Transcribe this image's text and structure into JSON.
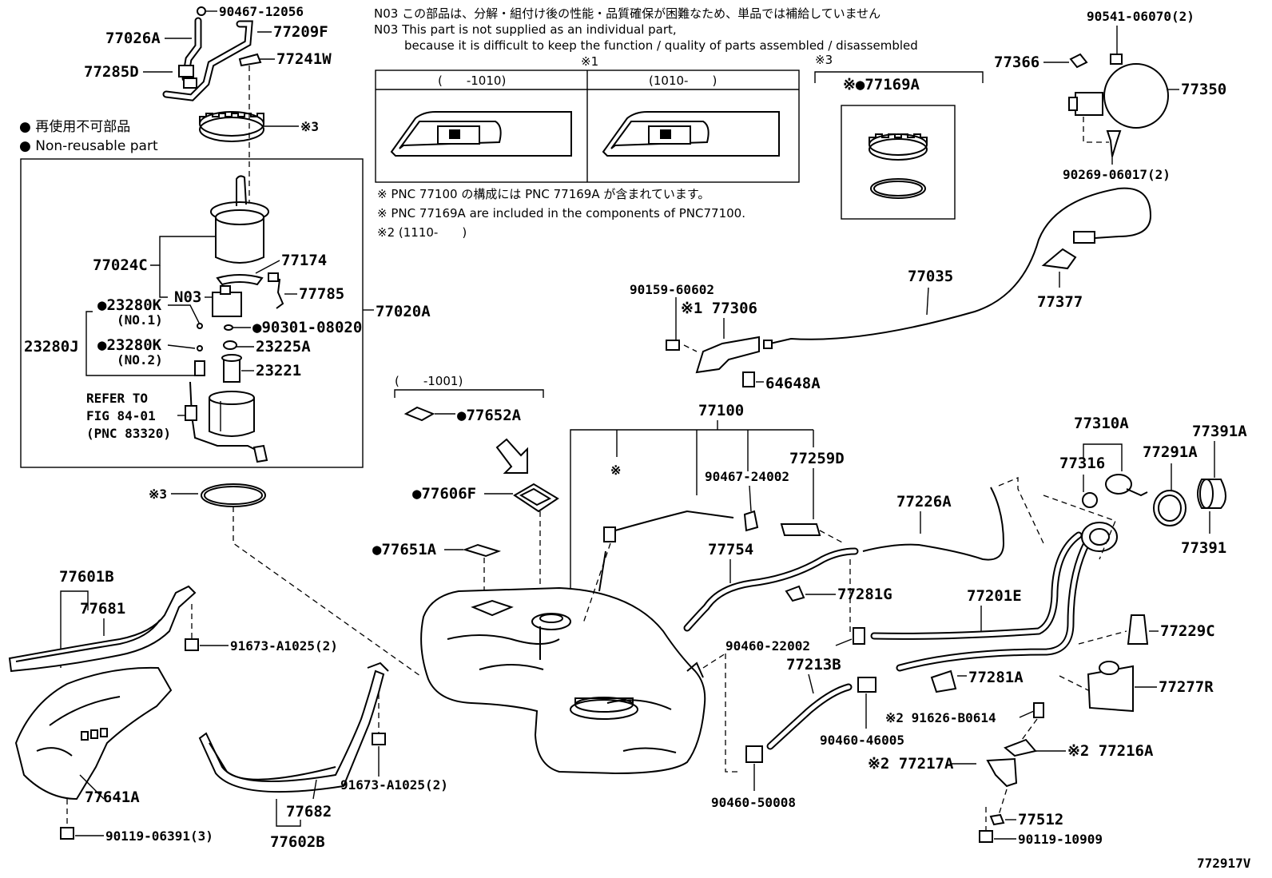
{
  "notes": {
    "n03_jp": "N03 この部品は、分解・組付け後の性能・品質確保が困難なため、単品では補給していません",
    "n03_en1": "N03 This part is not supplied as an individual part,",
    "n03_en2": "because it is difficult to keep the function / quality of parts assembled / disassembled",
    "ref1": "※1",
    "ref3": "※3",
    "col1": "(　　-1010)",
    "col2": "(1010-　　)",
    "pnc_jp": "※ PNC 77100 の構成には PNC 77169A が含まれています。",
    "pnc_en": "※ PNC 77169A are included in the components of PNC77100.",
    "ref2": "※2 (1110-　　)",
    "date1001": "(　　-1001)",
    "legend_jp": "● 再使用不可部品",
    "legend_en": "● Non-reusable part",
    "refer1": "REFER TO",
    "refer2": "FIG 84-01",
    "refer3": "(PNC 83320)",
    "diagram_id": "772917V"
  },
  "labels": {
    "l90467_12056": "90467-12056",
    "l77026A": "77026A",
    "l77209F": "77209F",
    "l77285D": "77285D",
    "l77241W": "77241W",
    "l_x3a": "※3",
    "l77024C": "77024C",
    "l77174": "77174",
    "lN03": "N03",
    "l77785": "77785",
    "l23280K1": "●23280K",
    "lno1": "(NO.1)",
    "l90301": "●90301-08020",
    "l23280J": "23280J",
    "l23280K2": "●23280K",
    "l23225A": "23225A",
    "lno2": "(NO.2)",
    "l23221": "23221",
    "l77020A": "77020A",
    "l_x3b": "※3",
    "l77169A": "※●77169A",
    "l90541": "90541-06070(2)",
    "l77366": "77366",
    "l77350": "77350",
    "l90269": "90269-06017(2)",
    "l77035": "77035",
    "l77377": "77377",
    "l90159": "90159-60602",
    "l77306": "※1 77306",
    "l64648A": "64648A",
    "l77100": "77100",
    "l77652A": "●77652A",
    "l77606F": "●77606F",
    "l77651A": "●77651A",
    "l_x": "※",
    "l90467_24002": "90467-24002",
    "l77259D": "77259D",
    "l77754": "77754",
    "l77226A": "77226A",
    "l77310A": "77310A",
    "l77316": "77316",
    "l77291A": "77291A",
    "l77391A": "77391A",
    "l77391": "77391",
    "l77281G": "77281G",
    "l77201E": "77201E",
    "l77229C": "77229C",
    "l90460_22002": "90460-22002",
    "l77213B": "77213B",
    "l77281A": "77281A",
    "l77277R": "77277R",
    "l91626": "※2 91626-B0614",
    "l90460_46005": "90460-46005",
    "l77216A": "※2 77216A",
    "l77217A": "※2 77217A",
    "l90460_50008": "90460-50008",
    "l77512": "77512",
    "l90119_10909": "90119-10909",
    "l77601B": "77601B",
    "l77681": "77681",
    "l91673a": "91673-A1025(2)",
    "l91673b": "91673-A1025(2)",
    "l77641A": "77641A",
    "l77682": "77682",
    "l77602B": "77602B",
    "l90119_06391": "90119-06391(3)"
  }
}
